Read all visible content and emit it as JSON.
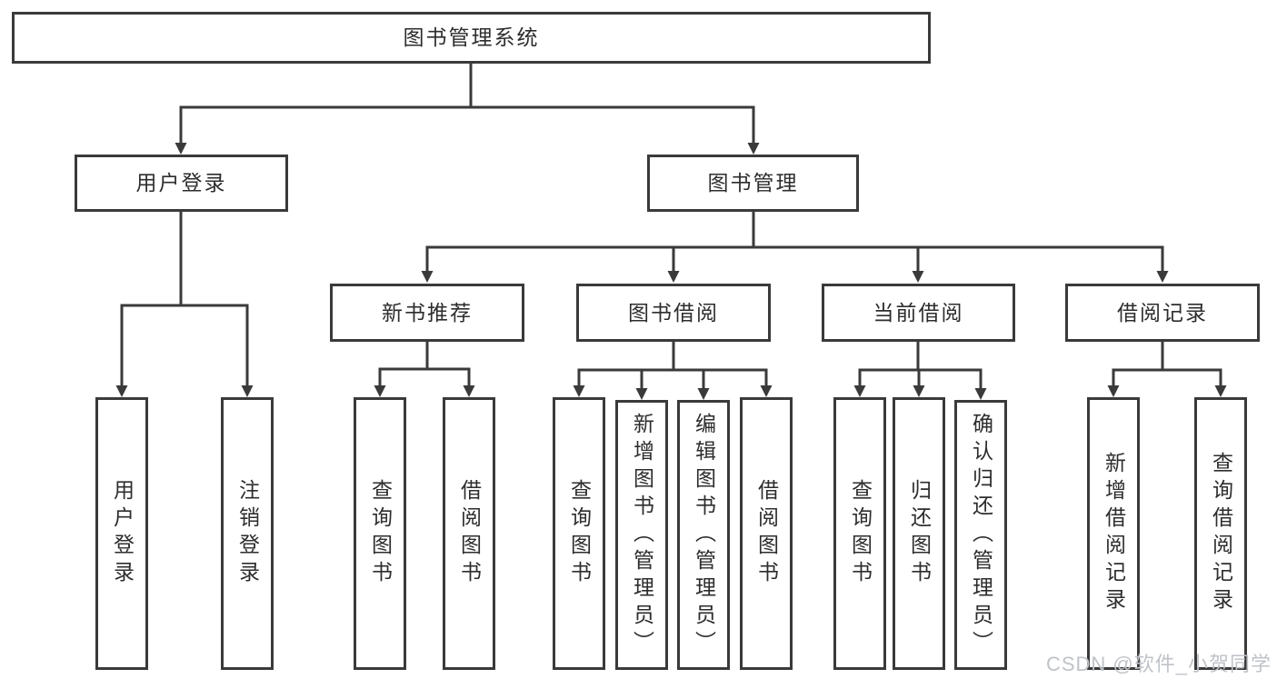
{
  "diagram": {
    "tree": {
      "label": "图书管理系统",
      "children": [
        {
          "label": "用户登录",
          "children": [
            {
              "label": "用户登录"
            },
            {
              "label": "注销登录"
            }
          ]
        },
        {
          "label": "图书管理",
          "children": [
            {
              "label": "新书推荐",
              "children": [
                {
                  "label": "查询图书"
                },
                {
                  "label": "借阅图书"
                }
              ]
            },
            {
              "label": "图书借阅",
              "children": [
                {
                  "label": "查询图书"
                },
                {
                  "label": "新增图书（管理员）"
                },
                {
                  "label": "编辑图书（管理员）"
                },
                {
                  "label": "借阅图书"
                }
              ]
            },
            {
              "label": "当前借阅",
              "children": [
                {
                  "label": "查询图书"
                },
                {
                  "label": "归还图书"
                },
                {
                  "label": "确认归还（管理员）"
                }
              ]
            },
            {
              "label": "借阅记录",
              "children": [
                {
                  "label": "新增借阅记录"
                },
                {
                  "label": "查询借阅记录"
                }
              ]
            }
          ]
        }
      ]
    },
    "watermark": {
      "text": "CSDN @软件_小贺同学"
    },
    "colors": {
      "line": "#3a3a3a",
      "border": "#3a3a3a",
      "text": "#2d2d2d",
      "background": "#ffffff",
      "watermark": "#bfc3c8"
    }
  }
}
